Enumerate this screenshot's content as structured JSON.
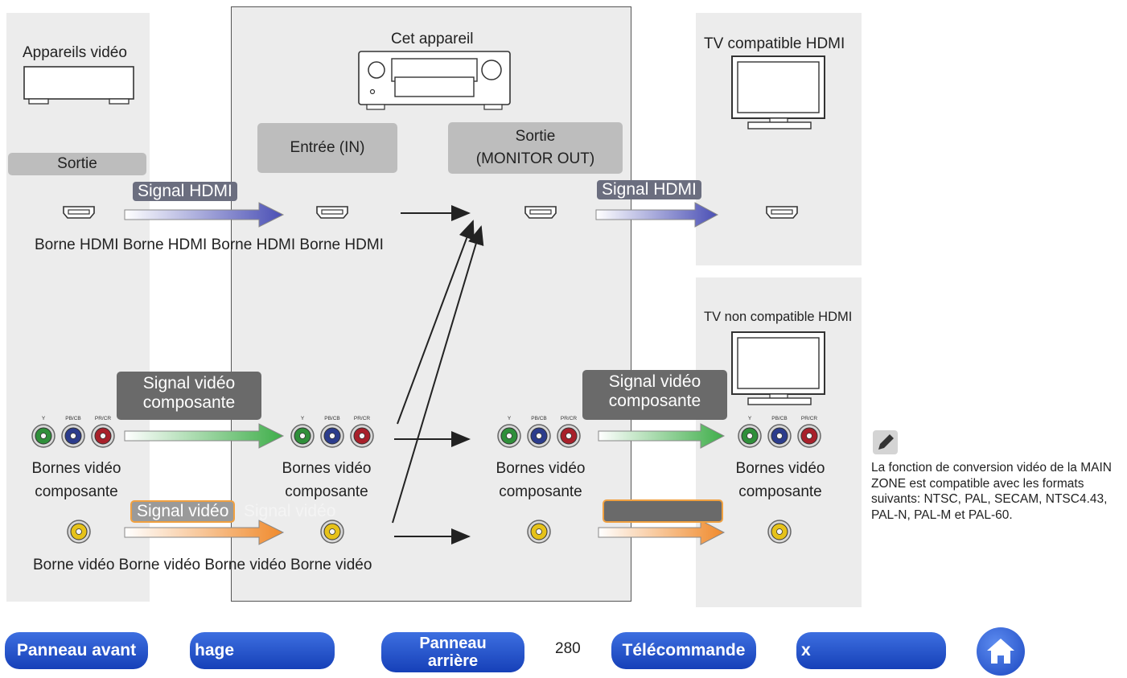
{
  "devices": {
    "video_devices": "Appareils vidéo",
    "this_unit": "Cet appareil",
    "tv_hdmi": "TV compatible HDMI",
    "tv_non_hdmi": "TV non compatible HDMI"
  },
  "boxes": {
    "sortie_left": "Sortie",
    "entree": "Entrée (IN)",
    "sortie_monitor_line1": "Sortie",
    "sortie_monitor_line2": "(MONITOR OUT)"
  },
  "signals": {
    "hdmi_left": "Signal HDMI",
    "hdmi_right": "Signal HDMI",
    "component_left_line1": "Signal vidéo",
    "component_left_line2": "composante",
    "component_right_line1": "Signal vidéo",
    "component_right_line2": "composante",
    "video_left": "Signal vidéo",
    "video_left_ghost": "Signal vidéo"
  },
  "terminals": {
    "hdmi_row": "Borne HDMI Borne HDMI Borne HDMI Borne HDMI",
    "component_1_line1": "Bornes vidéo",
    "component_1_line2": "composante",
    "component_2_line1": "Bornes vidéo",
    "component_2_line2": "composante",
    "component_3_line1": "Bornes vidéo",
    "component_3_line2": "composante",
    "component_4_line1": "Bornes vidéo",
    "component_4_line2": "composante",
    "video_row": "Borne vidéo Borne vidéo Borne vidéo Borne vidéo",
    "component_port_labels": [
      "Y",
      "PB/CB",
      "PR/CR"
    ]
  },
  "note": {
    "text": "La fonction de conversion vidéo de la MAIN ZONE est compatible avec les formats suivants: NTSC, PAL, SECAM, NTSC4.43, PAL-N, PAL-M et PAL-60."
  },
  "nav": {
    "front_panel": "Panneau avant",
    "display": "hage",
    "rear_panel_line1": "Panneau",
    "rear_panel_line2": "arrière",
    "page_number": "280",
    "remote": "Télécommande",
    "index": "x"
  },
  "colors": {
    "hdmi_arrow": "#4a4fb5",
    "component_arrow": "#3fae4a",
    "video_arrow": "#f08a2c",
    "nav_button": "#2a56d0"
  }
}
